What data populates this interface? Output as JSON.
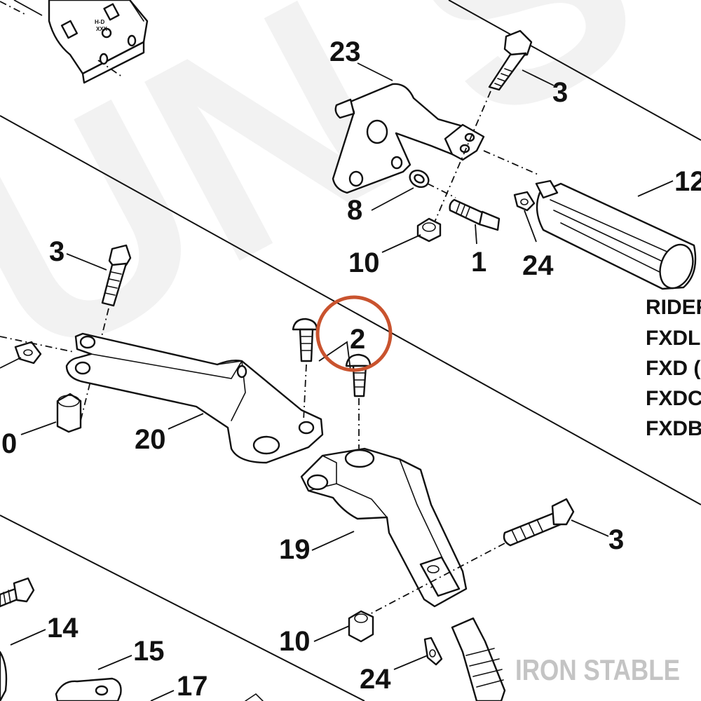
{
  "diagram": {
    "watermark": "IRON STABLE",
    "highlight_color": "#c9532e",
    "highlighted_callout": "2",
    "bracket_marks": [
      "H-D",
      "XXX"
    ],
    "callouts": {
      "c23": "23",
      "c3a": "3",
      "c12": "12",
      "c8": "8",
      "c10a": "10",
      "c1": "1",
      "c24a": "24",
      "c3b": "3",
      "c2": "2",
      "c20": "20",
      "c10b": "0",
      "c19": "19",
      "c3c": "3",
      "c14": "14",
      "c15": "15",
      "c17": "17",
      "c10c": "10",
      "c24b": "24"
    },
    "model_list": [
      "RIDER",
      "FXDL (",
      "FXD (C",
      "FXDC",
      "FXDB"
    ]
  }
}
